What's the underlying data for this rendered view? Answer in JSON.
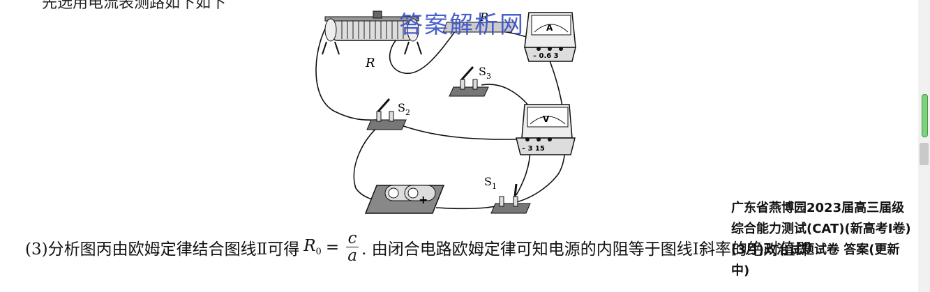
{
  "top_partial_text": "先选用电流表测路如下如下",
  "watermark": "答案解析网",
  "diagram_labels": {
    "rheostat": "R",
    "r0": "R",
    "s3": "S",
    "s3_sub": "3",
    "s2": "S",
    "s2_sub": "2",
    "s1": "S",
    "s1_sub": "1",
    "ammeter": "A",
    "ammeter_terminals": "– 0.6 3",
    "voltmeter": "V",
    "voltmeter_terminals": "– 3 15",
    "battery_plus": "+"
  },
  "formula": {
    "prefix": "(3)分析图丙由欧姆定律结合图线Ⅱ可得",
    "var": "R",
    "var_sub": "0",
    "equals": "=",
    "numerator": "c",
    "denominator": "a",
    "suffix": ". 由闭合电路欧姆定律可知电源的内阻等于图线Ⅰ斜率的绝对值即"
  },
  "overlay_title": "广东省燕博园2023届高三届级综合能力测试(CAT)(新高考Ⅰ卷)(3月)政治试题试卷 答案(更新中)"
}
